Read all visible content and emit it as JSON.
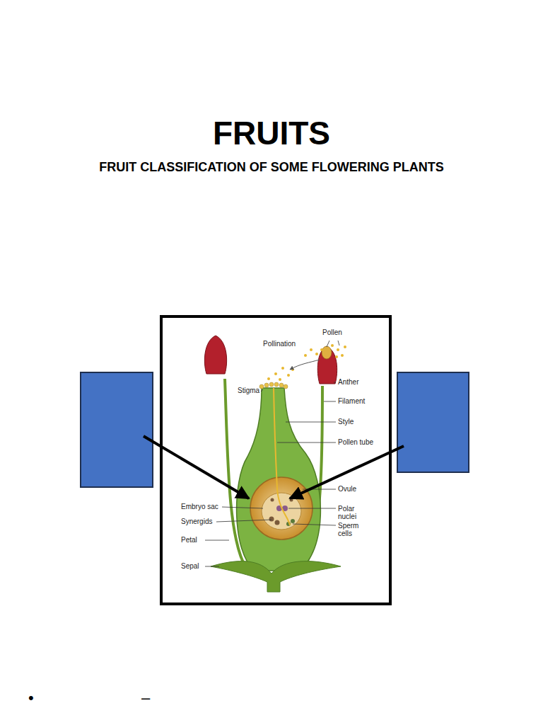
{
  "diagram": {
    "title": "FRUITS",
    "labels": [
      "FRUIT CLASSIFICATION OF SOME FLOWERING PLANTS",
      "Pollen",
      "Pollination",
      "Stigma",
      "Anther",
      "Filament",
      "Style",
      "Pollen tube",
      "Ovule",
      "Embryo sac",
      "Polar nuclei",
      "Synergids",
      "Sperm cells",
      "Petal",
      "Sepal",
      "•",
      "–"
    ]
  }
}
